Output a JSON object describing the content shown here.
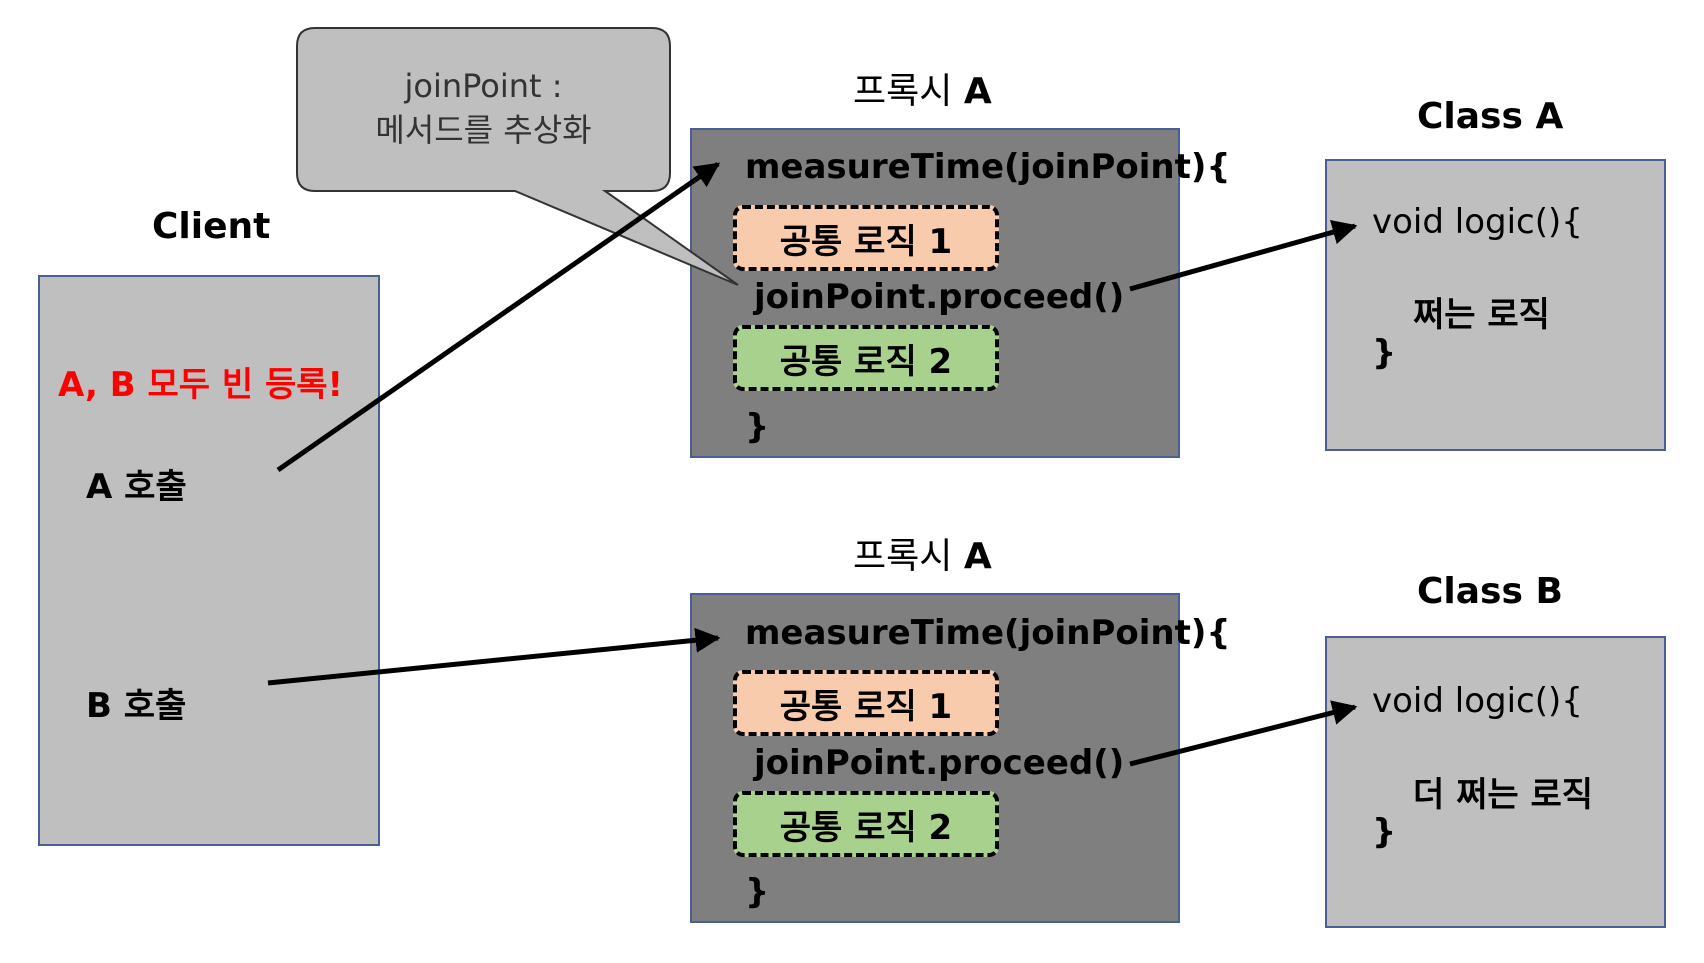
{
  "client": {
    "title": "Client",
    "notice": "A, B 모두 빈 등록!",
    "call_a": "A 호출",
    "call_b": "B 호출"
  },
  "callout": {
    "line1": "joinPoint :",
    "line2": "메서드를 추상화"
  },
  "proxies": [
    {
      "title_prefix": "프록시",
      "title_name": "A",
      "method": "measureTime(joinPoint){",
      "common1": "공통 로직 1",
      "proceed": "joinPoint.proceed()",
      "common2": "공통 로직 2",
      "close": "}"
    },
    {
      "title_prefix": "프록시",
      "title_name": "A",
      "method": "measureTime(joinPoint){",
      "common1": "공통 로직 1",
      "proceed": "joinPoint.proceed()",
      "common2": "공통 로직 2",
      "close": "}"
    }
  ],
  "classes": [
    {
      "title": "Class A",
      "method": "void logic(){",
      "body": "쩌는 로직",
      "close": "}"
    },
    {
      "title": "Class B",
      "method": "void logic(){",
      "body": "더 쩌는 로직",
      "close": "}"
    }
  ],
  "colors": {
    "client_bg": "#bfbfbf",
    "proxy_bg": "#7f7f7f",
    "class_bg": "#bfbfbf",
    "border": "#4a5f95",
    "common1_bg": "#f8cbad",
    "common2_bg": "#a9d18e",
    "notice": "#ff0000"
  }
}
